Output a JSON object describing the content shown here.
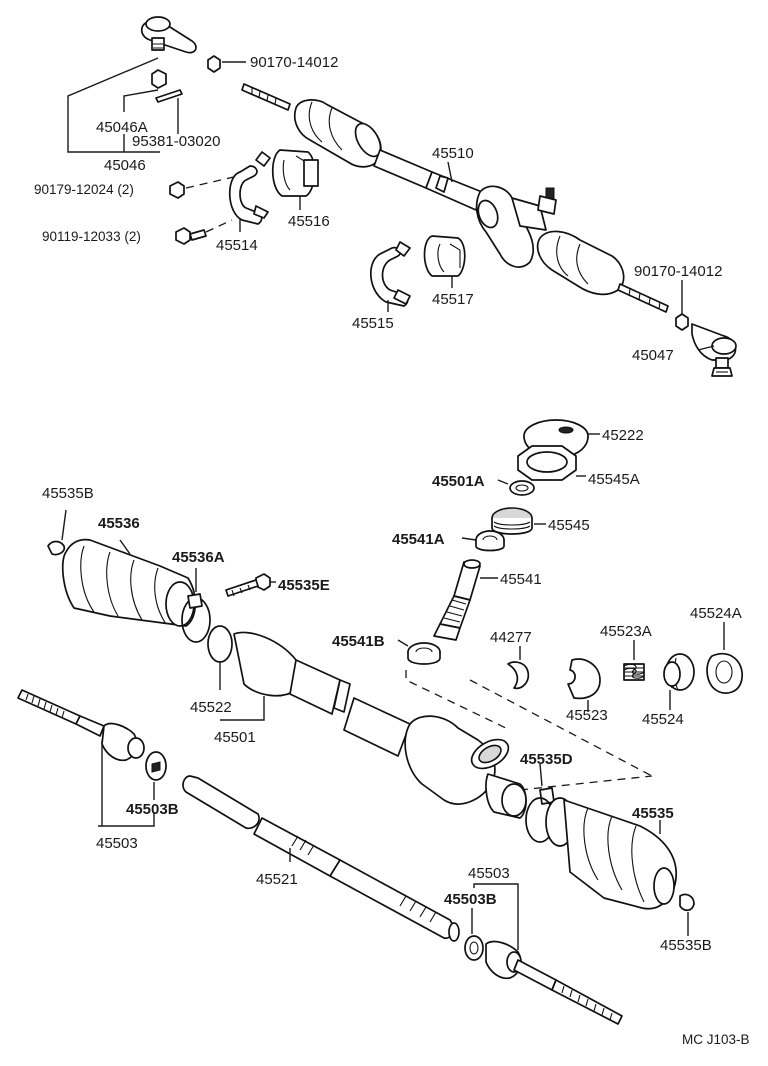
{
  "labels": {
    "p90170_top": "90170-14012",
    "p45046A": "45046A",
    "p95381": "95381-03020",
    "p45046": "45046",
    "p90179": "90179-12024 (2)",
    "p90119": "90119-12033 (2)",
    "p45514": "45514",
    "p45516": "45516",
    "p45510": "45510",
    "p45515": "45515",
    "p45517": "45517",
    "p90170_right": "90170-14012",
    "p45047": "45047",
    "p45222": "45222",
    "p45501A": "45501A",
    "p45545A": "45545A",
    "p45535B_top": "45535B",
    "p45536": "45536",
    "p45545": "45545",
    "p45541A": "45541A",
    "p45536A": "45536A",
    "p45541": "45541",
    "p45535E": "45535E",
    "p45524A": "45524A",
    "p45541B": "45541B",
    "p44277": "44277",
    "p45523A": "45523A",
    "p45522": "45522",
    "p45523": "45523",
    "p45524": "45524",
    "p45501": "45501",
    "p45535D": "45535D",
    "p45503B_left": "45503B",
    "p45535": "45535",
    "p45503_left": "45503",
    "p45521": "45521",
    "p45503_right": "45503",
    "p45503B_right": "45503B",
    "p45535B_bottom": "45535B",
    "diagram_code": "MC J103-B"
  }
}
